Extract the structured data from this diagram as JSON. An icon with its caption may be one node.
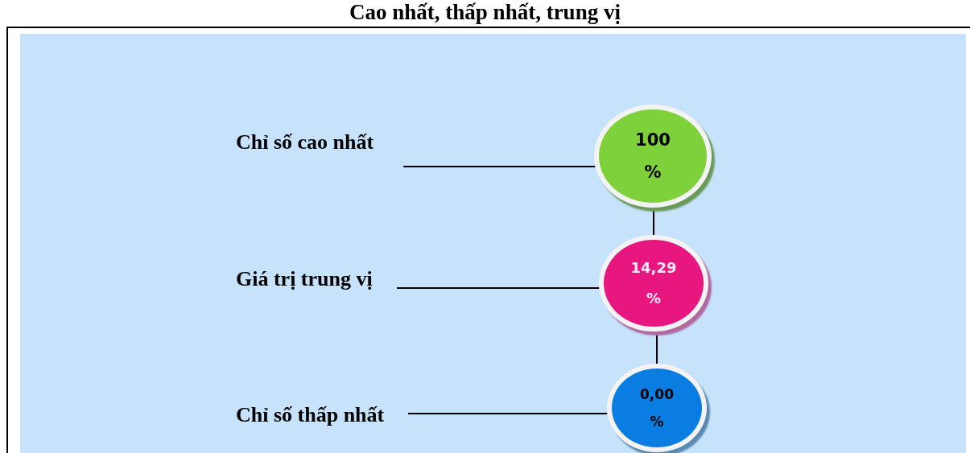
{
  "diagram": {
    "title": "Cao nhất, thấp nhất, trung vị",
    "nodes": [
      {
        "text": [
          "Chỉ số cao nhất"
        ]
      },
      {
        "text": [
          "100 %"
        ]
      },
      {
        "text": [
          "Giá trị trung vị"
        ]
      },
      {
        "text": [
          "14,29 %"
        ]
      },
      {
        "text": [
          "Chỉ số thấp nhất"
        ]
      },
      {
        "text": [
          "0,00 %"
        ]
      }
    ],
    "edges": [
      {
        "from": 0,
        "to": 1,
        "arrow": "none"
      },
      {
        "from": 1,
        "to": 3,
        "arrow": "none"
      },
      {
        "from": 2,
        "to": 3,
        "arrow": "none"
      },
      {
        "from": 3,
        "to": 5,
        "arrow": "none"
      },
      {
        "from": 4,
        "to": 5,
        "arrow": "none"
      }
    ]
  }
}
